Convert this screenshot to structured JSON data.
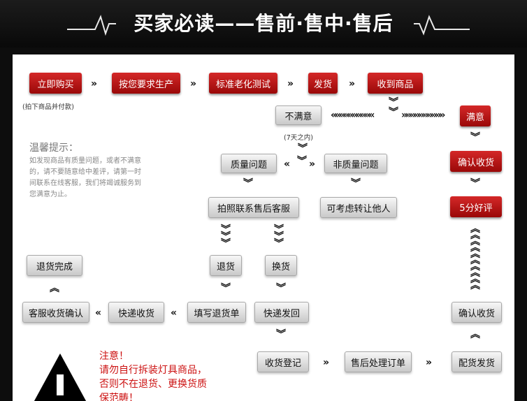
{
  "header": {
    "title": "买家必读——售前·售中·售后"
  },
  "colors": {
    "red": "#b31414",
    "gray": "#d9d9d9",
    "header": "#141414"
  },
  "steps": {
    "buy": "立即购买",
    "produce": "按您要求生产",
    "aging": "标准老化测试",
    "ship": "发货",
    "receive": "收到商品",
    "unsatisfied": "不满意",
    "satisfied": "满意",
    "quality": "质量问题",
    "nonquality": "非质量问题",
    "confirm1": "确认收货",
    "photo": "拍照联系售后客服",
    "transfer": "可考虑转让他人",
    "rating": "5分好评",
    "return": "退货",
    "exchange": "换货",
    "returndone": "退货完成",
    "cs_confirm": "客服收货确认",
    "courier_recv": "快递收货",
    "fill_return": "填写退货单",
    "courier_back": "快递发回",
    "confirm2": "确认收货",
    "checkin": "收货登记",
    "process": "售后处理订单",
    "reship": "配货发货"
  },
  "notes": {
    "order_note": "(拍下商品并付款)",
    "days_note": "(7天之内)"
  },
  "tips": {
    "title": "温馨提示：",
    "lines": [
      "如发现商品有质量问题，或者不满意",
      "的，请不要随意给中差评，请第一时",
      "间联系在线客服，我们将竭诚服务到",
      "您满意为止。"
    ]
  },
  "notice": {
    "lines": [
      "注意！",
      "请勿自行拆装灯具商品，",
      "否则不在退货、更换货质",
      "保范畴！"
    ]
  }
}
